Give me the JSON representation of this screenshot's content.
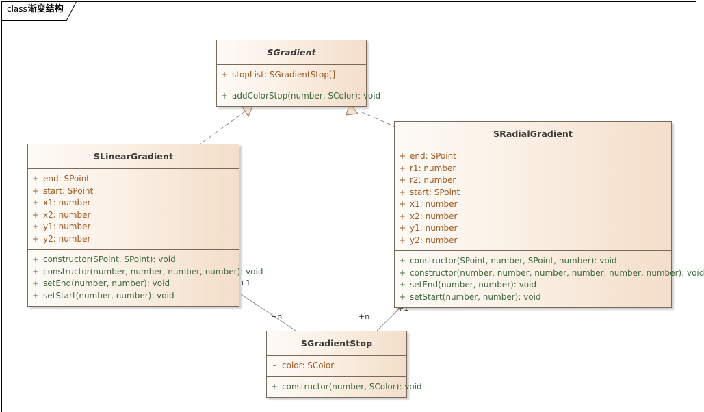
{
  "diagram": {
    "frame_keyword": "class",
    "frame_title": "渐变结构",
    "background": "#ffffff",
    "border_color": "#7a6a5a",
    "fill_gradient_from": "#fdfaf6",
    "fill_gradient_to": "#f3dec9",
    "attribute_color": "#a0591f",
    "operation_color": "#3f6b3f",
    "title_color": "#3a3a3a",
    "link_color": "#8a8a8a"
  },
  "classes": {
    "sgradient": {
      "name": "SGradient",
      "abstract": true,
      "attributes": [
        {
          "visibility": "+",
          "signature": "stopList: SGradientStop[]"
        }
      ],
      "operations": [
        {
          "visibility": "+",
          "signature": "addColorStop(number, SColor): void"
        }
      ]
    },
    "slineargradient": {
      "name": "SLinearGradient",
      "abstract": false,
      "attributes": [
        {
          "visibility": "+",
          "signature": "end: SPoint"
        },
        {
          "visibility": "+",
          "signature": "start: SPoint"
        },
        {
          "visibility": "+",
          "signature": "x1: number"
        },
        {
          "visibility": "+",
          "signature": "x2: number"
        },
        {
          "visibility": "+",
          "signature": "y1: number"
        },
        {
          "visibility": "+",
          "signature": "y2: number"
        }
      ],
      "operations": [
        {
          "visibility": "+",
          "signature": "constructor(SPoint, SPoint): void"
        },
        {
          "visibility": "+",
          "signature": "constructor(number, number, number, number): void"
        },
        {
          "visibility": "+",
          "signature": "setEnd(number, number): void"
        },
        {
          "visibility": "+",
          "signature": "setStart(number, number): void"
        }
      ]
    },
    "sradialgradient": {
      "name": "SRadialGradient",
      "abstract": false,
      "attributes": [
        {
          "visibility": "+",
          "signature": "end: SPoint"
        },
        {
          "visibility": "+",
          "signature": "r1: number"
        },
        {
          "visibility": "+",
          "signature": "r2: number"
        },
        {
          "visibility": "+",
          "signature": "start: SPoint"
        },
        {
          "visibility": "+",
          "signature": "x1: number"
        },
        {
          "visibility": "+",
          "signature": "x2: number"
        },
        {
          "visibility": "+",
          "signature": "y1: number"
        },
        {
          "visibility": "+",
          "signature": "y2: number"
        }
      ],
      "operations": [
        {
          "visibility": "+",
          "signature": "constructor(SPoint, number, SPoint, number): void"
        },
        {
          "visibility": "+",
          "signature": "constructor(number, number, number, number, number, number): void"
        },
        {
          "visibility": "+",
          "signature": "setEnd(number, number): void"
        },
        {
          "visibility": "+",
          "signature": "setStart(number, number): void"
        }
      ]
    },
    "sgradientstop": {
      "name": "SGradientStop",
      "abstract": false,
      "attributes": [
        {
          "visibility": "-",
          "signature": "color: SColor"
        }
      ],
      "operations": [
        {
          "visibility": "+",
          "signature": "constructor(number, SColor): void"
        }
      ]
    }
  },
  "relations": {
    "linear_realizes_gradient": {
      "type": "realization",
      "from": "SLinearGradient",
      "to": "SGradient"
    },
    "radial_realizes_gradient": {
      "type": "realization",
      "from": "SRadialGradient",
      "to": "SGradient"
    },
    "linear_stop": {
      "type": "association",
      "from": "SLinearGradient",
      "to": "SGradientStop",
      "source_multiplicity": "+1",
      "target_multiplicity": "+n"
    },
    "radial_stop": {
      "type": "association",
      "from": "SRadialGradient",
      "to": "SGradientStop",
      "source_multiplicity": "+1",
      "target_multiplicity": "+n"
    }
  }
}
